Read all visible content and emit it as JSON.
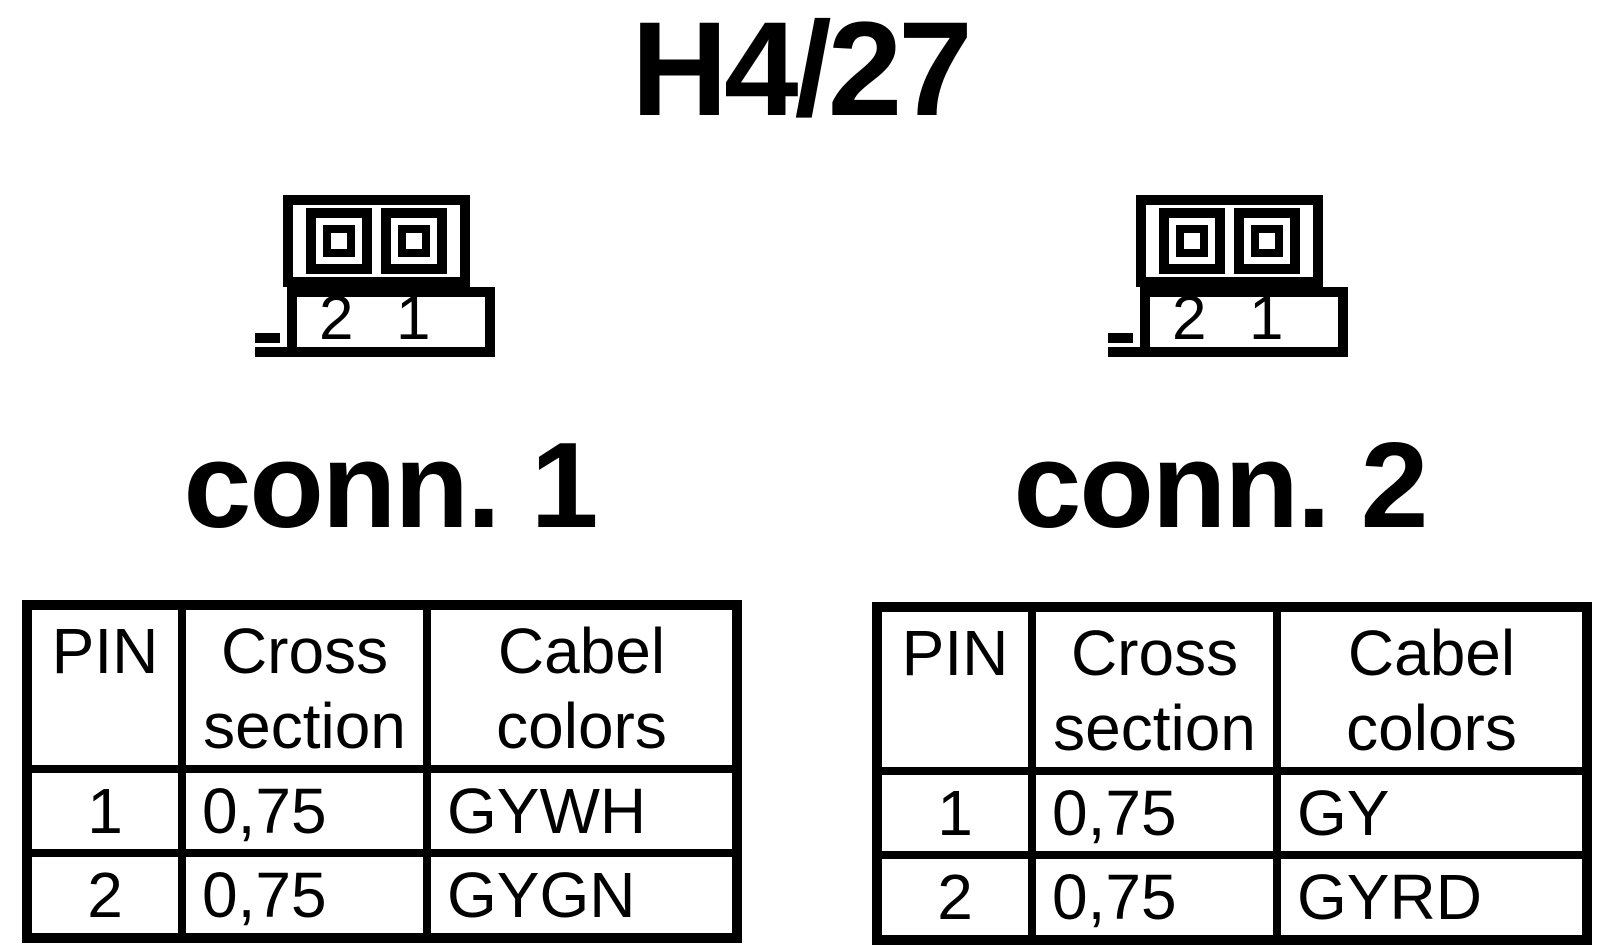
{
  "title": "H4/27",
  "colors": {
    "ink": "#000000",
    "background": "#ffffff"
  },
  "connectors": [
    {
      "label": "conn. 1",
      "icon": "two-pin-connector-icon",
      "pin_labels": [
        "2",
        "1"
      ],
      "table": {
        "headers": [
          "PIN",
          "Cross section",
          "Cabel colors"
        ],
        "rows": [
          [
            "1",
            "0,75",
            "GYWH"
          ],
          [
            "2",
            "0,75",
            "GYGN"
          ]
        ]
      }
    },
    {
      "label": "conn. 2",
      "icon": "two-pin-connector-icon",
      "pin_labels": [
        "2",
        "1"
      ],
      "table": {
        "headers": [
          "PIN",
          "Cross section",
          "Cabel colors"
        ],
        "rows": [
          [
            "1",
            "0,75",
            "GY"
          ],
          [
            "2",
            "0,75",
            "GYRD"
          ]
        ]
      }
    }
  ]
}
